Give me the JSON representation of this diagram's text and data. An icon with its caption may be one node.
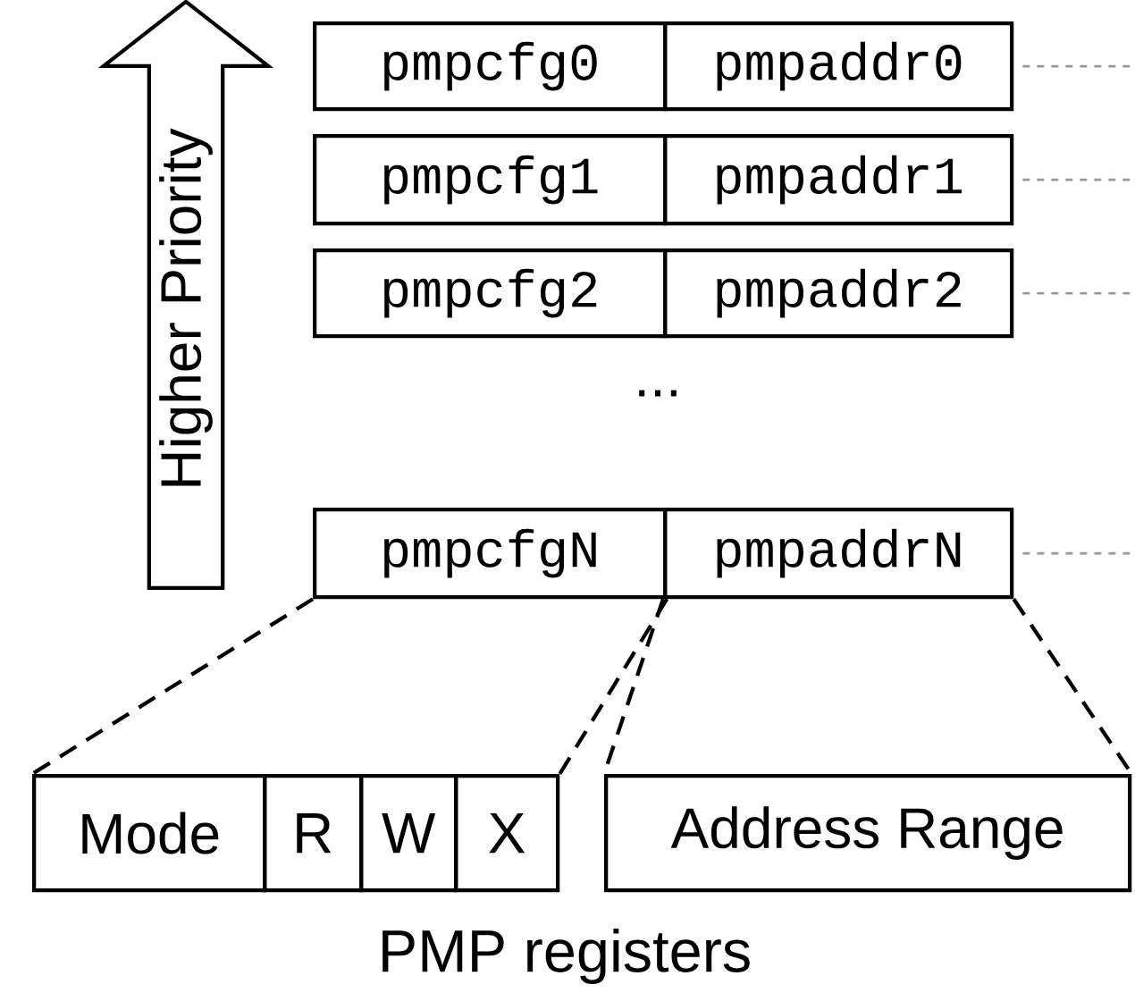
{
  "diagram": {
    "caption": "PMP registers",
    "nodes": [
      {
        "text": [
          "Higher Priority"
        ]
      },
      {
        "text": [
          "pmpcfg0"
        ]
      },
      {
        "text": [
          "pmpaddr0"
        ]
      },
      {
        "text": [
          "pmpcfg1"
        ]
      },
      {
        "text": [
          "pmpaddr1"
        ]
      },
      {
        "text": [
          "pmpcfg2"
        ]
      },
      {
        "text": [
          "pmpaddr2"
        ]
      },
      {
        "text": [
          "pmpcfgN"
        ]
      },
      {
        "text": [
          "pmpaddrN"
        ]
      },
      {
        "text": [
          "Mode"
        ]
      },
      {
        "text": [
          "R"
        ]
      },
      {
        "text": [
          "W"
        ]
      },
      {
        "text": [
          "X"
        ]
      },
      {
        "text": [
          "Address Range"
        ]
      }
    ],
    "edges": [
      {
        "from": 7,
        "to": 9,
        "arrow": "none",
        "style": "dashed"
      },
      {
        "from": 7,
        "to": 12,
        "arrow": "none",
        "style": "dashed"
      },
      {
        "from": 8,
        "to": 13,
        "arrow": "none",
        "style": "dashed"
      },
      {
        "from": 8,
        "to": 13,
        "arrow": "none",
        "style": "dashed"
      },
      {
        "from": 2,
        "to": null,
        "arrow": "none",
        "style": "dashed",
        "color": "#999999"
      },
      {
        "from": 4,
        "to": null,
        "arrow": "none",
        "style": "dashed",
        "color": "#999999"
      },
      {
        "from": 6,
        "to": null,
        "arrow": "none",
        "style": "dashed",
        "color": "#999999"
      },
      {
        "from": 8,
        "to": null,
        "arrow": "none",
        "style": "dashed",
        "color": "#999999"
      }
    ],
    "labels": [
      "..."
    ]
  }
}
